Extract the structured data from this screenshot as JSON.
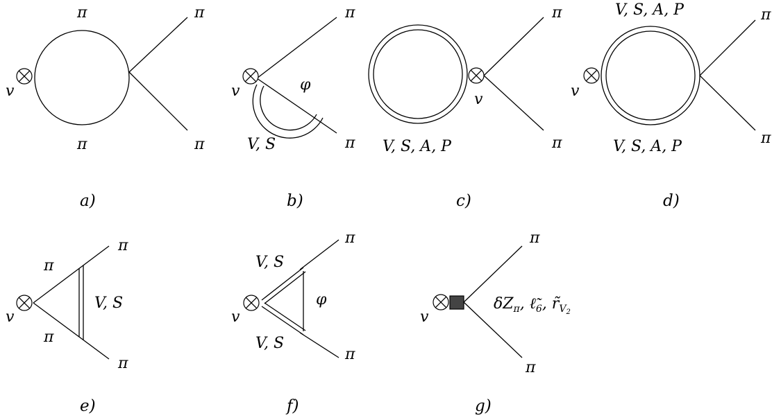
{
  "labels": {
    "pi": "π",
    "phi": "φ",
    "v": "v",
    "vs": "V, S",
    "vsap": "V, S, A, P",
    "ct_main": "δZ",
    "ct_sub": "π",
    "ct_rest": ", ℓ̃",
    "ct_six": "6",
    "ct_r": ", r̃",
    "ct_v": "V",
    "ct_two": "2"
  },
  "panels": {
    "a": "a)",
    "b": "b)",
    "c": "c)",
    "d": "d)",
    "e": "e)",
    "f": "f)",
    "g": "g)"
  }
}
